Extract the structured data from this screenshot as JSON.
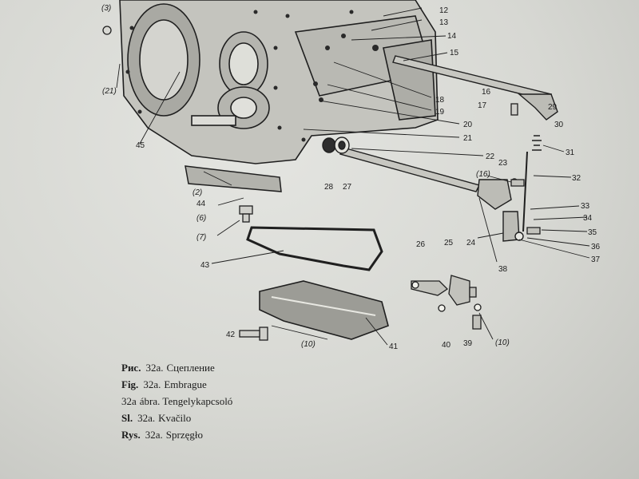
{
  "labels": {
    "l12": "12",
    "l13": "13",
    "l14": "14",
    "l15": "15",
    "l16": "16",
    "l17": "17",
    "l18": "18",
    "l19": "19",
    "l20": "20",
    "l21": "21",
    "l22": "22",
    "l23": "23",
    "l24": "24",
    "l25": "25",
    "l26": "26",
    "l27": "27",
    "l28": "28",
    "l29": "29",
    "l30": "30",
    "l31": "31",
    "l32": "32",
    "l33": "33",
    "l34": "34",
    "l35": "35",
    "l36": "36",
    "l37": "37",
    "l38": "38",
    "l39": "39",
    "l40": "40",
    "l41": "41",
    "l42": "42",
    "l43": "43",
    "l44": "44",
    "l45": "45",
    "p3": "(3)",
    "p21": "(21)",
    "p2": "(2)",
    "p6": "(6)",
    "p7": "(7)",
    "p16": "(16)",
    "p10a": "(10)",
    "p10b": "(10)"
  },
  "caption": [
    {
      "head": "Рис.",
      "num": "32a.",
      "text": "Сцепление"
    },
    {
      "head": "Fig.",
      "num": "32a.",
      "text": "Embrague"
    },
    {
      "head": "",
      "num": "32a",
      "text": "ábra. Tengelykapcsoló"
    },
    {
      "head": "Sl.",
      "num": "32a.",
      "text": "Kvačilo"
    },
    {
      "head": "Rys.",
      "num": "32a.",
      "text": "Sprzęgło"
    }
  ],
  "colors": {
    "ink": "#1c1c1c",
    "paper": "#d9dad5",
    "casting": "#bdbdb7"
  }
}
